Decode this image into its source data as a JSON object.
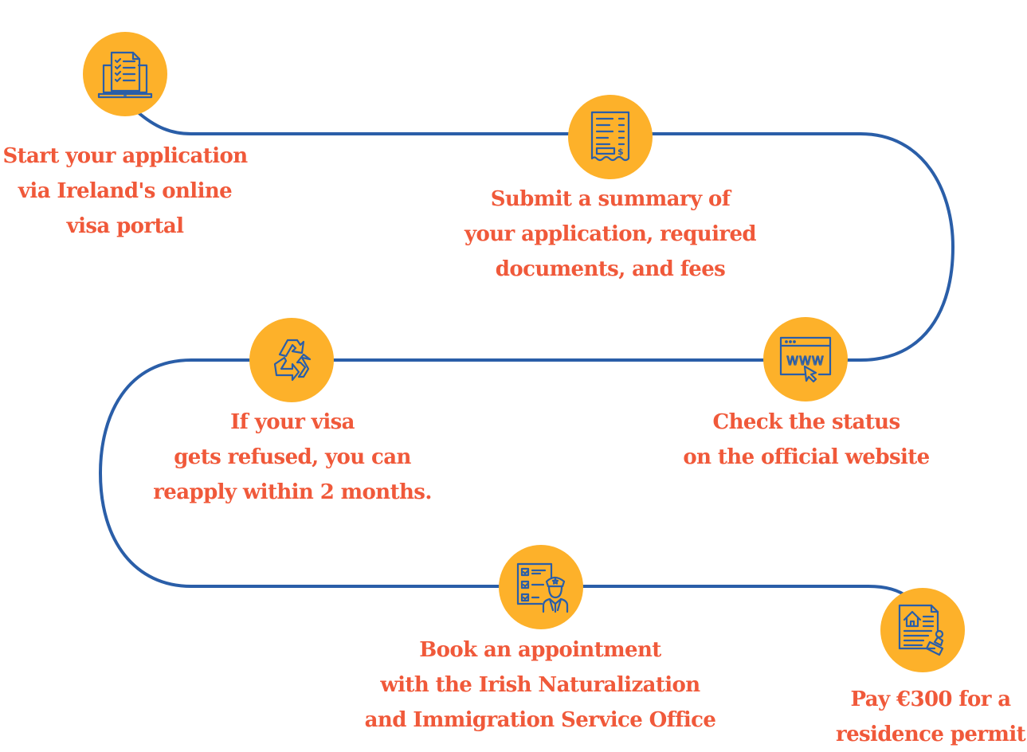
{
  "colors": {
    "path": "#2A5EA8",
    "circle": "#FDB12A",
    "icon_stroke": "#2A5EA8",
    "label_text": "#F0593A",
    "background": "#FFFFFF"
  },
  "steps": [
    {
      "id": "start-application",
      "icon": "laptop-checklist-icon",
      "lines": [
        "Start your application",
        "via Ireland's online",
        "visa portal"
      ]
    },
    {
      "id": "submit-summary",
      "icon": "receipt-invoice-icon",
      "lines": [
        "Submit a summary of",
        "your application, required",
        "documents, and fees"
      ]
    },
    {
      "id": "check-status",
      "icon": "web-browser-www-icon",
      "lines": [
        "Check the status",
        "on the official website"
      ]
    },
    {
      "id": "reapply",
      "icon": "recycle-arrows-icon",
      "lines": [
        "If your visa",
        "gets refused, you can",
        "reapply within 2 months."
      ]
    },
    {
      "id": "book-appointment",
      "icon": "officer-checklist-icon",
      "lines": [
        "Book an appointment",
        "with the Irish Naturalization",
        "and Immigration Service Office"
      ]
    },
    {
      "id": "pay-residence-permit",
      "icon": "stamped-house-document-icon",
      "lines": [
        "Pay €300 for a",
        "residence permit"
      ]
    }
  ]
}
